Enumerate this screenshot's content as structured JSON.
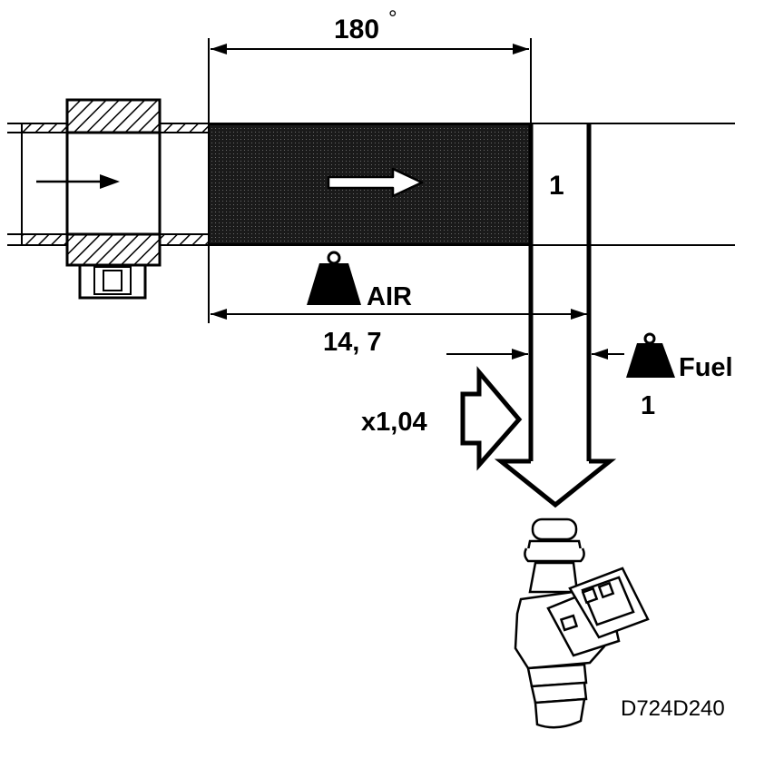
{
  "labels": {
    "angle": "180",
    "angle_unit": "°",
    "air_ratio": "14, 7",
    "air": "AIR",
    "fuel": "Fuel",
    "fuel_ratio": "1",
    "cylinder_fuel_marker": "1",
    "enrichment_factor": "x1,04",
    "figure_code": "D724D240"
  },
  "icons": [
    "flow-arrow-icon",
    "weight-icon",
    "fuel-injector-icon",
    "connector-icon"
  ],
  "colors": {
    "ink": "#000000",
    "background": "#ffffff",
    "air_charge": "#222222"
  }
}
